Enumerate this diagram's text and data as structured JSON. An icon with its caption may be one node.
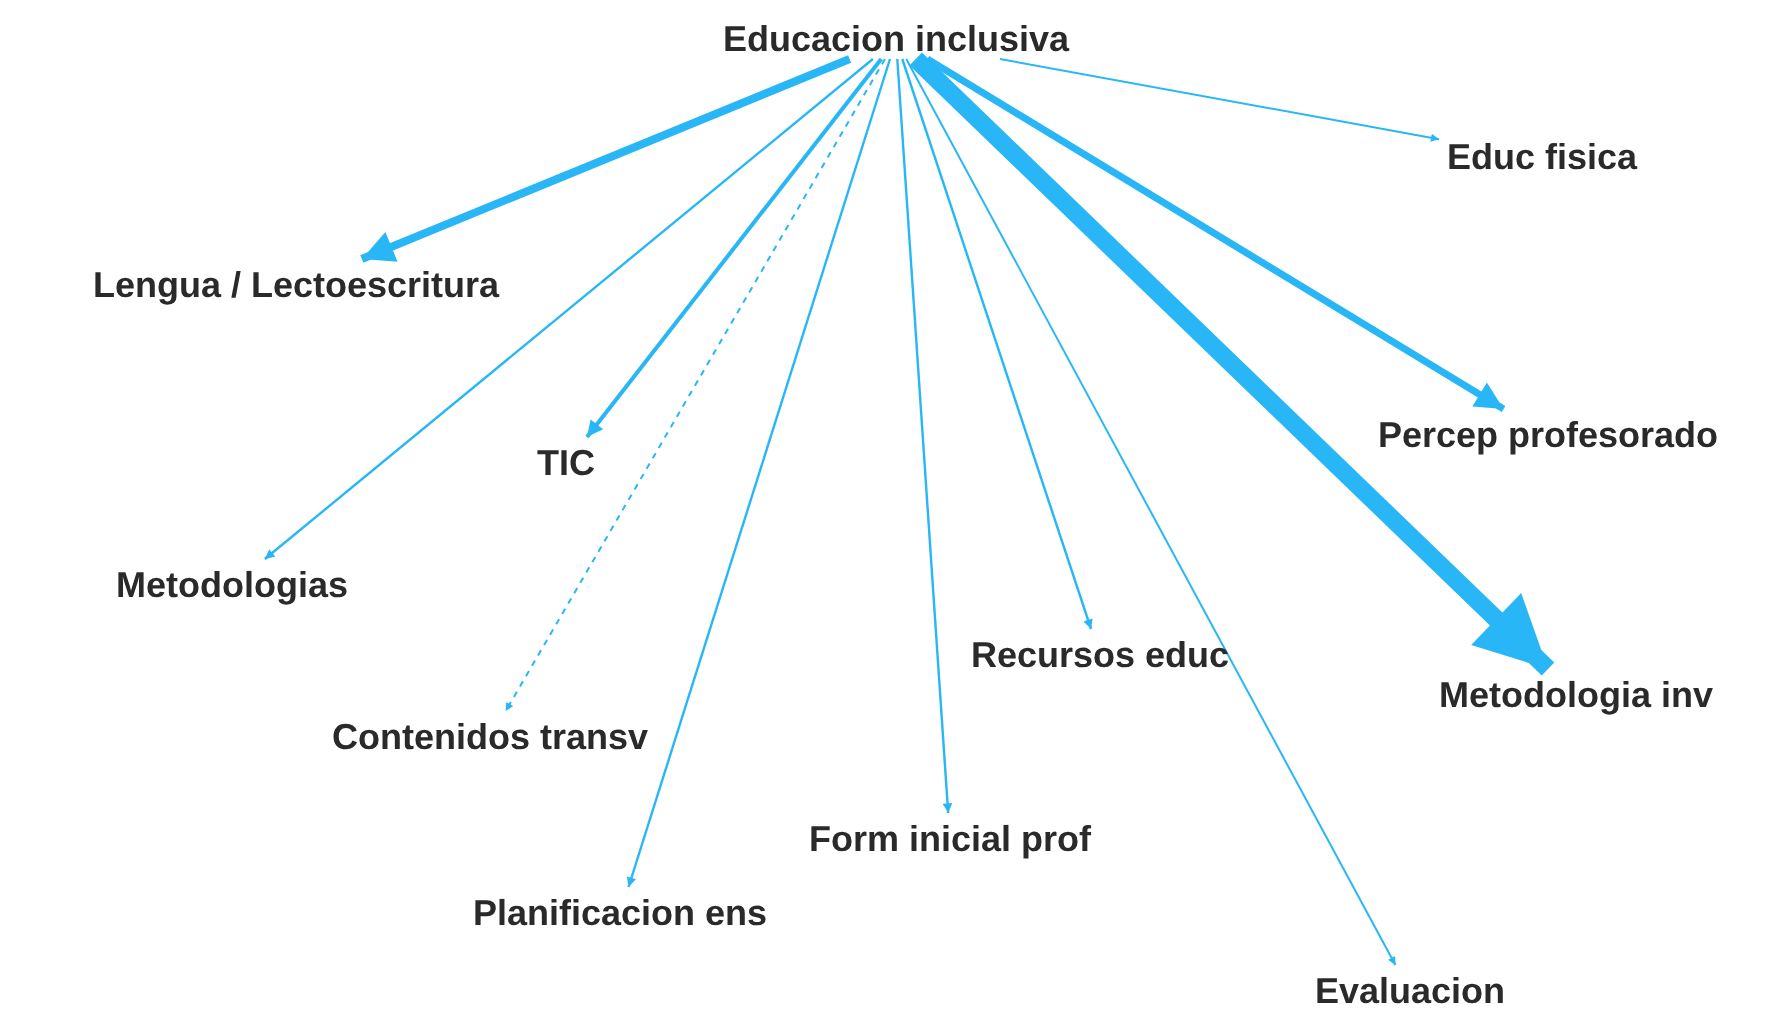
{
  "diagram": {
    "nodes": [
      {
        "text": [
          "Educacion inclusiva"
        ]
      },
      {
        "text": [
          "Educ fisica"
        ]
      },
      {
        "text": [
          "Lengua / Lectoescritura"
        ]
      },
      {
        "text": [
          "TIC"
        ]
      },
      {
        "text": [
          "Percep profesorado"
        ]
      },
      {
        "text": [
          "Metodologias"
        ]
      },
      {
        "text": [
          "Recursos educ"
        ]
      },
      {
        "text": [
          "Metodologia inv"
        ]
      },
      {
        "text": [
          "Contenidos transv"
        ]
      },
      {
        "text": [
          "Form inicial prof"
        ]
      },
      {
        "text": [
          "Planificacion ens"
        ]
      },
      {
        "text": [
          "Evaluacion"
        ]
      }
    ],
    "edges": [
      {
        "from": 0,
        "to": 1,
        "arrow": "to"
      },
      {
        "from": 0,
        "to": 2,
        "arrow": "to",
        "style": "thick"
      },
      {
        "from": 0,
        "to": 3,
        "arrow": "to"
      },
      {
        "from": 0,
        "to": 4,
        "arrow": "to",
        "style": "thick"
      },
      {
        "from": 0,
        "to": 5,
        "arrow": "to"
      },
      {
        "from": 0,
        "to": 6,
        "arrow": "to"
      },
      {
        "from": 0,
        "to": 7,
        "arrow": "to",
        "style": "thick"
      },
      {
        "from": 0,
        "to": 8,
        "arrow": "to",
        "style": "dashed"
      },
      {
        "from": 0,
        "to": 9,
        "arrow": "to"
      },
      {
        "from": 0,
        "to": 10,
        "arrow": "to"
      },
      {
        "from": 0,
        "to": 11,
        "arrow": "to"
      }
    ]
  }
}
